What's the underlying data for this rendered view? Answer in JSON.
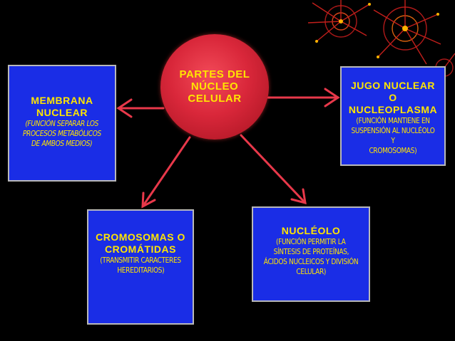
{
  "center": {
    "lines": [
      "PARTES DEL",
      "NÚCLEO",
      "CELULAR"
    ]
  },
  "nodes": {
    "membrana": {
      "title_lines": [
        "MEMBRANA",
        "NUCLEAR"
      ],
      "desc_lines": [
        "(FUNCIÓN SEPARAR LOS",
        "PROCESOS METABÓLICOS",
        "DE AMBOS MEDIOS)"
      ]
    },
    "jugo": {
      "title_lines": [
        "JUGO NUCLEAR",
        "O",
        "NUCLEOPLASMA"
      ],
      "desc_lines": [
        "(FUNCIÓN MANTIENE EN",
        "SUSPENSIÓN AL NUCLÉOLO Y",
        "CROMOSOMAS)"
      ]
    },
    "cromosomas": {
      "title_lines": [
        "CROMOSOMAS O",
        "CROMÁTIDAS"
      ],
      "desc_lines": [
        "(TRANSMITIR CARACTERES",
        "HEREDITARIOS)"
      ]
    },
    "nucleolo": {
      "title_lines": [
        "NUCLÉOLO"
      ],
      "desc_lines": [
        "(FUNCIÓN PERMITIR LA",
        "SÍNTESIS DE PROTEÍNAS,",
        "ÁCIDOS NUCLEICOS Y DIVISIÓN",
        "CELULAR)"
      ]
    }
  },
  "colors": {
    "background": "#000000",
    "box_fill": "#1a2de6",
    "text": "#ffe500",
    "center_fill": "#d9273a",
    "arrow": "#e8384a"
  }
}
